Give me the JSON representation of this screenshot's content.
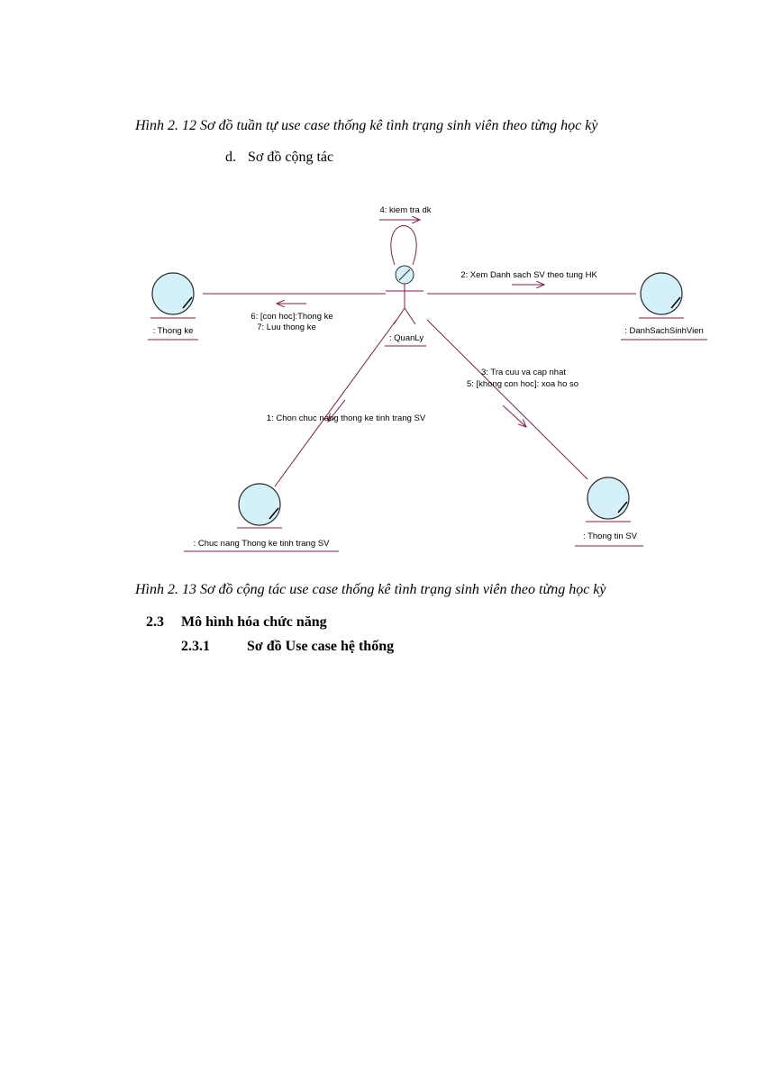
{
  "caption_top": "Hình 2. 12 Sơ đồ tuần tự use case thống kê tình trạng sinh viên theo từng học kỳ",
  "subsection": {
    "marker": "d.",
    "title": "Sơ đồ cộng tác"
  },
  "diagram": {
    "actor": ": QuanLy",
    "objects": {
      "thong_ke": ": Thong ke",
      "danh_sach": ": DanhSachSinhVien",
      "chuc_nang": ": Chuc nang Thong ke tinh trang SV",
      "thong_tin": ": Thong tin SV"
    },
    "messages": {
      "m1": "1: Chon chuc nang thong ke tinh trang SV",
      "m2": "2: Xem Danh sach SV theo tung HK",
      "m3": "3: Tra cuu va cap nhat",
      "m4": "4: kiem tra dk",
      "m5": "5: [khong con hoc]: xoa ho so",
      "m6": "6: [con hoc]:Thong ke",
      "m7": "7: Luu thong ke"
    },
    "colors": {
      "link": "#8b1a4a",
      "object_fill": "#d4f0f8",
      "object_stroke": "#2a2a2a"
    }
  },
  "caption_bottom": "Hình 2. 13 Sơ đồ cộng tác use case thống kê tình trạng sinh viên theo từng học kỳ",
  "section": {
    "number": "2.3",
    "title": "Mô hình hóa chức năng"
  },
  "subsection2": {
    "number": "2.3.1",
    "title": "Sơ đồ Use case hệ thống"
  }
}
